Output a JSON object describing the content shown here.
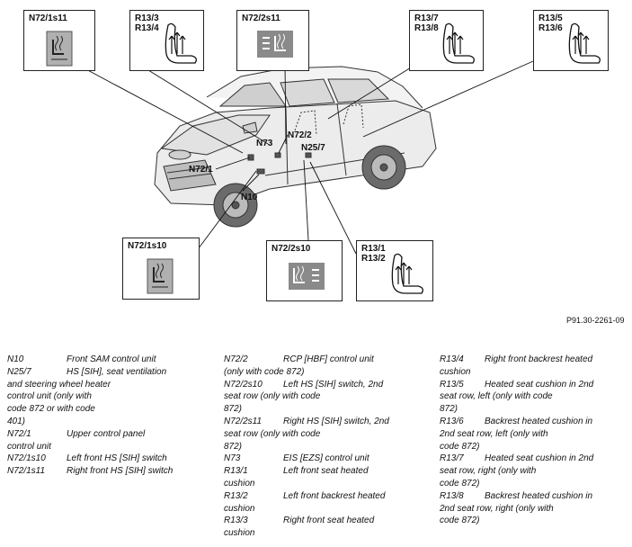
{
  "callouts": {
    "n72_1s11": "N72/1s11",
    "r13_3_4": "R13/3\nR13/4",
    "n72_2s11": "N72/2s11",
    "r13_7_8": "R13/7\nR13/8",
    "r13_5_6": "R13/5\nR13/6",
    "n72_1s10": "N72/1s10",
    "n72_2s10": "N72/2s10",
    "r13_1_2": "R13/1\nR13/2"
  },
  "car_labels": {
    "n73": "N73",
    "n72_2": "N72/2",
    "n25_7": "N25/7",
    "n72_1": "N72/1",
    "n10": "N10"
  },
  "figure_number": "P91.30-2261-09",
  "legend": {
    "col1": [
      {
        "code": "N10",
        "text": "Front SAM control unit"
      },
      {
        "code": "N25/7",
        "text": "HS [SIH], seat ventilation"
      },
      {
        "code": "",
        "text": "and steering wheel heater"
      },
      {
        "code": "",
        "text": "control unit (only with"
      },
      {
        "code": "",
        "text": "code 872 or with code"
      },
      {
        "code": "",
        "text": "401)"
      },
      {
        "code": "N72/1",
        "text": "Upper control panel"
      },
      {
        "code": "",
        "text": "control unit"
      },
      {
        "code": "N72/1s10",
        "text": "Left front HS [SIH] switch"
      },
      {
        "code": "N72/1s11",
        "text": "Right front HS [SIH] switch"
      }
    ],
    "col2": [
      {
        "code": "N72/2",
        "text": "RCP [HBF] control unit"
      },
      {
        "code": "",
        "text": "(only with code 872)"
      },
      {
        "code": "N72/2s10",
        "text": "Left HS [SIH] switch, 2nd"
      },
      {
        "code": "",
        "text": "seat row (only with code"
      },
      {
        "code": "",
        "text": "872)"
      },
      {
        "code": "N72/2s11",
        "text": "Right HS [SIH] switch, 2nd"
      },
      {
        "code": "",
        "text": "seat row (only with code"
      },
      {
        "code": "",
        "text": "872)"
      },
      {
        "code": "N73",
        "text": "EIS [EZS] control unit"
      },
      {
        "code": "R13/1",
        "text": "Left front seat heated"
      },
      {
        "code": "",
        "text": "cushion"
      },
      {
        "code": "R13/2",
        "text": "Left front backrest heated"
      },
      {
        "code": "",
        "text": "cushion"
      },
      {
        "code": "R13/3",
        "text": "Right front seat heated"
      },
      {
        "code": "",
        "text": "cushion"
      }
    ],
    "col3": [
      {
        "code": "R13/4",
        "text": "Right front backrest heated"
      },
      {
        "code": "",
        "text": "cushion"
      },
      {
        "code": "R13/5",
        "text": "Heated seat cushion in 2nd"
      },
      {
        "code": "",
        "text": "seat row, left (only with code"
      },
      {
        "code": "",
        "text": "872)"
      },
      {
        "code": "R13/6",
        "text": "Backrest heated cushion in"
      },
      {
        "code": "",
        "text": "2nd seat row, left (only with"
      },
      {
        "code": "",
        "text": "code 872)"
      },
      {
        "code": "R13/7",
        "text": "Heated seat cushion in 2nd"
      },
      {
        "code": "",
        "text": "seat row, right (only with"
      },
      {
        "code": "",
        "text": "code 872)"
      },
      {
        "code": "R13/8",
        "text": "Backrest heated cushion in"
      },
      {
        "code": "",
        "text": "2nd seat row, right (only with"
      },
      {
        "code": "",
        "text": "code 872)"
      }
    ]
  }
}
